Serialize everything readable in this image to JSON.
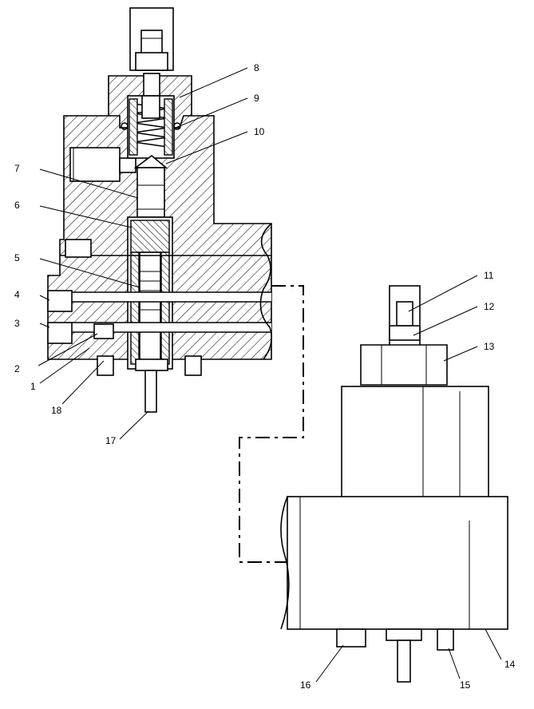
{
  "figure": {
    "callouts": [
      "1",
      "2",
      "3",
      "4",
      "5",
      "6",
      "7",
      "8",
      "9",
      "10",
      "11",
      "12",
      "13",
      "14",
      "15",
      "16",
      "17",
      "18"
    ]
  }
}
